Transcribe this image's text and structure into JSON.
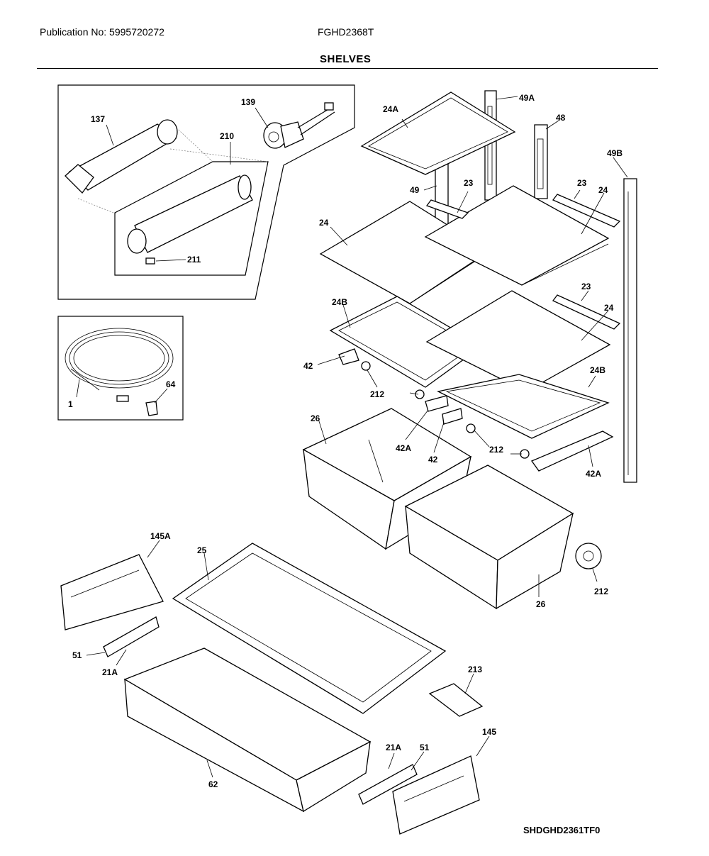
{
  "header": {
    "publication": "Publication No: 5995720272",
    "model": "FGHD2368T",
    "title": "SHELVES"
  },
  "footer": {
    "code": "SHDGHD2361TF0"
  },
  "callouts": {
    "c137": "137",
    "c139": "139",
    "c210": "210",
    "c211": "211",
    "c24A": "24A",
    "c49A": "49A",
    "c48": "48",
    "c49B": "49B",
    "c49": "49",
    "c23a": "23",
    "c23b": "23",
    "c23c": "23",
    "c24a": "24",
    "c24b": "24",
    "c24c": "24",
    "c24Ba": "24B",
    "c24Bb": "24B",
    "c42a": "42",
    "c42b": "42",
    "c42Aa": "42A",
    "c42Ab": "42A",
    "c212a": "212",
    "c212b": "212",
    "c212c": "212",
    "c1": "1",
    "c64": "64",
    "c26a": "26",
    "c26b": "26",
    "c145A": "145A",
    "c25": "25",
    "c51a": "51",
    "c21Aa": "21A",
    "c213": "213",
    "c62": "62",
    "c145": "145",
    "c21Ab": "21A",
    "c51b": "51"
  }
}
